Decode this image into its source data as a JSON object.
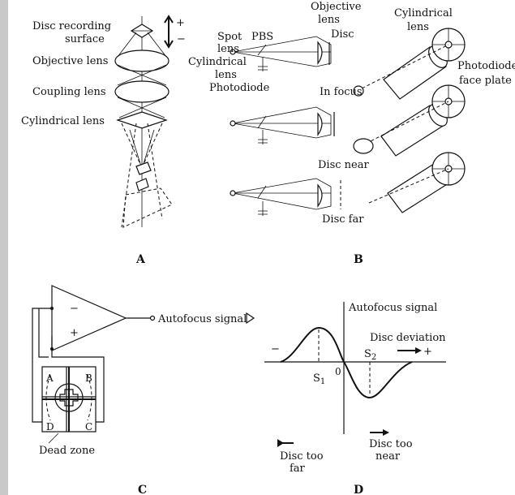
{
  "panels": {
    "a": "A",
    "b": "B",
    "c": "C",
    "d": "D"
  },
  "panel_a": {
    "disc_recording_surface_1": "Disc recording",
    "disc_recording_surface_2": "surface",
    "objective_lens": "Objective lens",
    "coupling_lens": "Coupling lens",
    "cylindrical_lens": "Cylindrical lens",
    "plus": "+",
    "minus": "−"
  },
  "panel_b": {
    "objective_lens_1": "Objective",
    "objective_lens_2": "lens",
    "cylindrical_lens_1": "Cylindrical",
    "cylindrical_lens_2": "lens",
    "spot_lens_1": "Spot",
    "spot_lens_2": "lens",
    "pbs": "PBS",
    "disc": "Disc",
    "cylindrical_lens_mid_1": "Cylindrical",
    "cylindrical_lens_mid_2": "lens",
    "photodiode": "Photodiode",
    "photodiode_face_plate_1": "Photodiode",
    "photodiode_face_plate_2": "face plate",
    "in_focus": "In focus",
    "disc_near": "Disc near",
    "disc_far": "Disc far"
  },
  "panel_c": {
    "minus": "−",
    "plus": "+",
    "autofocus_signal": "Autofocus signal",
    "quad_a": "A",
    "quad_b": "B",
    "quad_c": "C",
    "quad_d": "D",
    "dead_zone": "Dead zone"
  },
  "panel_d": {
    "axis_label": "Autofocus signal",
    "disc_deviation": "Disc deviation",
    "minus": "−",
    "plus": "+",
    "zero": "0",
    "s1": "S",
    "s1_sub": "1",
    "s2": "S",
    "s2_sub": "2",
    "too_far_1": "Disc too",
    "too_far_2": "far",
    "too_near_1": "Disc too",
    "too_near_2": "near"
  },
  "colors": {
    "ink": "#111111",
    "side_bar": "#c9c9c9",
    "background": "#ffffff"
  }
}
